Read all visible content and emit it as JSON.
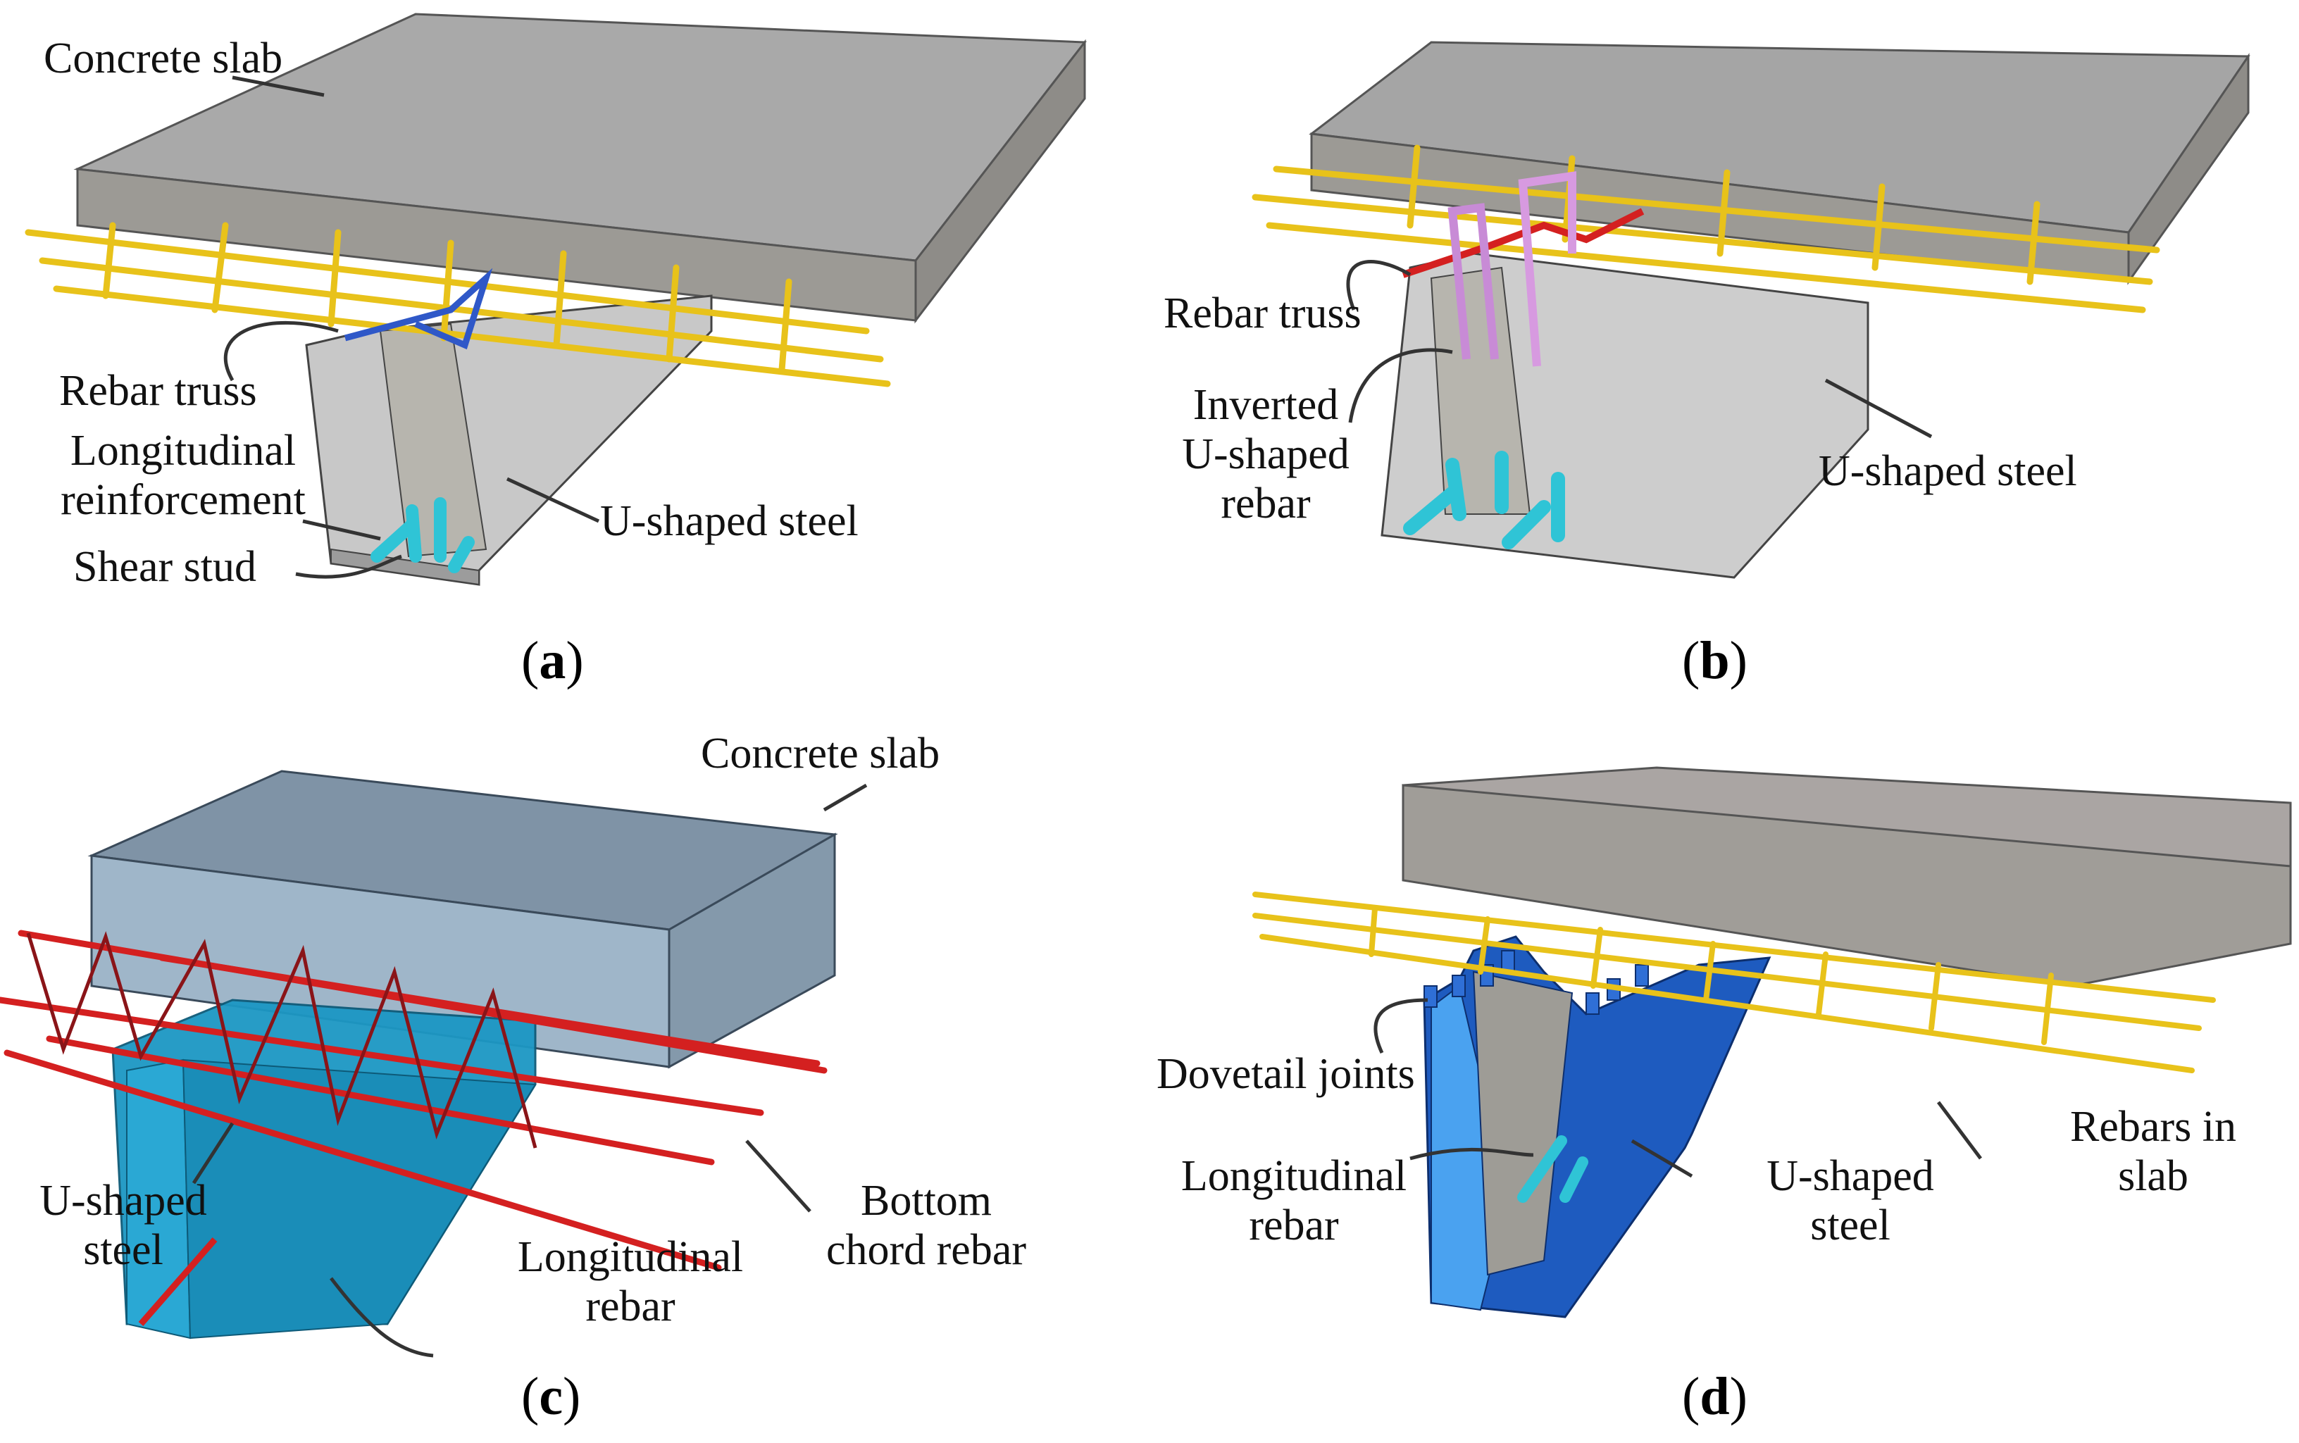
{
  "panels": {
    "a": {
      "caption_letter": "a",
      "labels": {
        "concrete_slab": "Concrete slab",
        "rebar_truss": "Rebar truss",
        "longitudinal_line1": "Longitudinal",
        "longitudinal_line2": "reinforcement",
        "shear_stud": "Shear stud",
        "u_shaped_steel": "U-shaped steel"
      }
    },
    "b": {
      "caption_letter": "b",
      "labels": {
        "rebar_truss": "Rebar truss",
        "inverted_line1": "Inverted",
        "inverted_line2": "U-shaped",
        "inverted_line3": "rebar",
        "u_shaped_steel": "U-shaped steel"
      }
    },
    "c": {
      "caption_letter": "c",
      "labels": {
        "concrete_slab": "Concrete slab",
        "u_shaped_line1": "U-shaped",
        "u_shaped_line2": "steel",
        "longitudinal_line1": "Longitudinal",
        "longitudinal_line2": "rebar",
        "bottom_chord_line1": "Bottom",
        "bottom_chord_line2": "chord rebar"
      }
    },
    "d": {
      "caption_letter": "d",
      "labels": {
        "dovetail_joints": "Dovetail joints",
        "longitudinal_line1": "Longitudinal",
        "longitudinal_line2": "rebar",
        "u_shaped_line1": "U-shaped",
        "u_shaped_line2": "steel",
        "rebars_line1": "Rebars in",
        "rebars_line2": "slab"
      }
    }
  },
  "colors": {
    "slab_top_grey": "#a9a9a9",
    "slab_side_grey": "#9a9a95",
    "rebar_yellow": "#e8c21a",
    "stud_cyan": "#2fc4d6",
    "truss_blue": "#2f58c8",
    "inverted_rebar_pink": "#d79ae0",
    "truss_red": "#d42020",
    "steel_light_grey": "#cfcfcf",
    "slab_blue_grey": "#7f93a6",
    "steel_blue": "#1c97c4",
    "dovetail_blue": "#2f6fd6"
  }
}
